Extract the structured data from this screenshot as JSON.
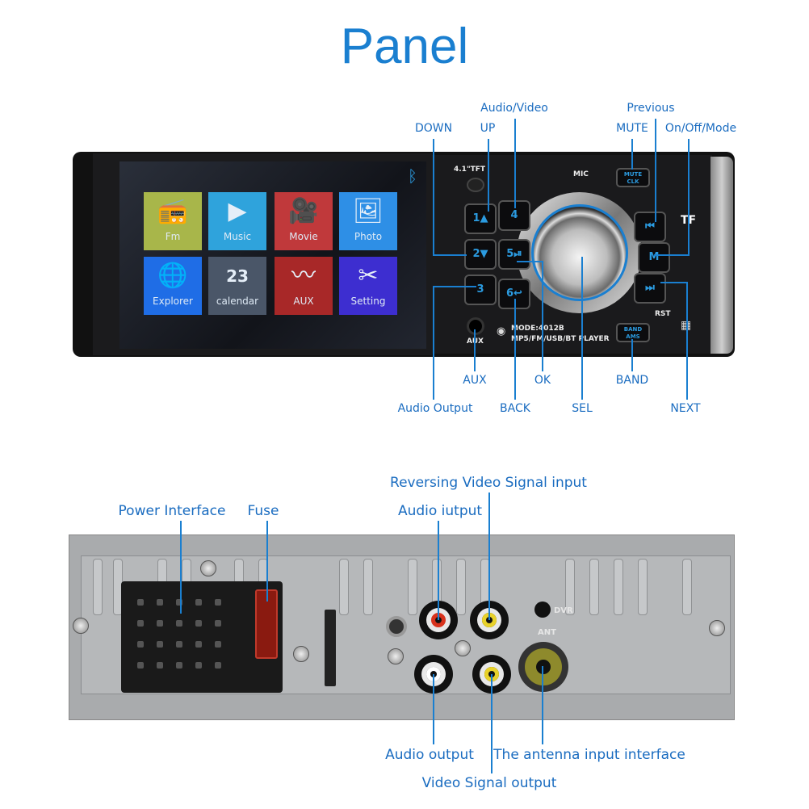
{
  "title": "Panel",
  "front_panel": {
    "screen_tiles": [
      {
        "label": "Fm",
        "icon": "radio-icon",
        "color": "#a8b64a"
      },
      {
        "label": "Music",
        "icon": "play-icon",
        "color": "#2fa3dc"
      },
      {
        "label": "Movie",
        "icon": "camera-icon",
        "color": "#c0393b"
      },
      {
        "label": "Photo",
        "icon": "photo-icon",
        "color": "#2e8fe6"
      },
      {
        "label": "Explorer",
        "icon": "globe-icon",
        "color": "#1f6de6"
      },
      {
        "label": "calendar",
        "icon": "calendar-icon",
        "color": "#4a5668",
        "day": "23"
      },
      {
        "label": "AUX",
        "icon": "waveform-icon",
        "color": "#a82828"
      },
      {
        "label": "Setting",
        "icon": "tools-icon",
        "color": "#3d2ed0"
      }
    ],
    "device_text": {
      "tft": "4.1\"TFT",
      "mic": "MIC",
      "mute_btn": "MUTE CLK",
      "tf": "TF",
      "rst": "RST",
      "aux": "AUX",
      "model": "MODE:4012B",
      "model_sub": "MP5/FM/USB/BT PLAYER",
      "band_btn": "BAND AMS"
    },
    "buttons": {
      "b1": "1▲",
      "b2": "2▼",
      "b3": "3",
      "b4": "4",
      "b5": "5⏯",
      "b6": "6↩",
      "prev": "⏮",
      "mode": "M",
      "next": "⏭"
    },
    "callouts": {
      "down": "DOWN",
      "up": "UP",
      "audio_video": "Audio/Video",
      "mute": "MUTE",
      "previous": "Previous",
      "on_off_mode": "On/Off/Mode",
      "aux": "AUX",
      "ok": "OK",
      "band": "BAND",
      "audio_output": "Audio Output",
      "back": "BACK",
      "sel": "SEL",
      "next": "NEXT"
    }
  },
  "rear_panel": {
    "device_text": {
      "dvr": "DVR",
      "ant": "ANT"
    },
    "callouts": {
      "power_interface": "Power Interface",
      "fuse": "Fuse",
      "reversing_video": "Reversing Video Signal input",
      "audio_iutput": "Audio iutput",
      "audio_output": "Audio output",
      "antenna": "The antenna input interface",
      "video_output": "Video Signal output"
    }
  },
  "colors": {
    "accent": "#1a7fd0"
  }
}
